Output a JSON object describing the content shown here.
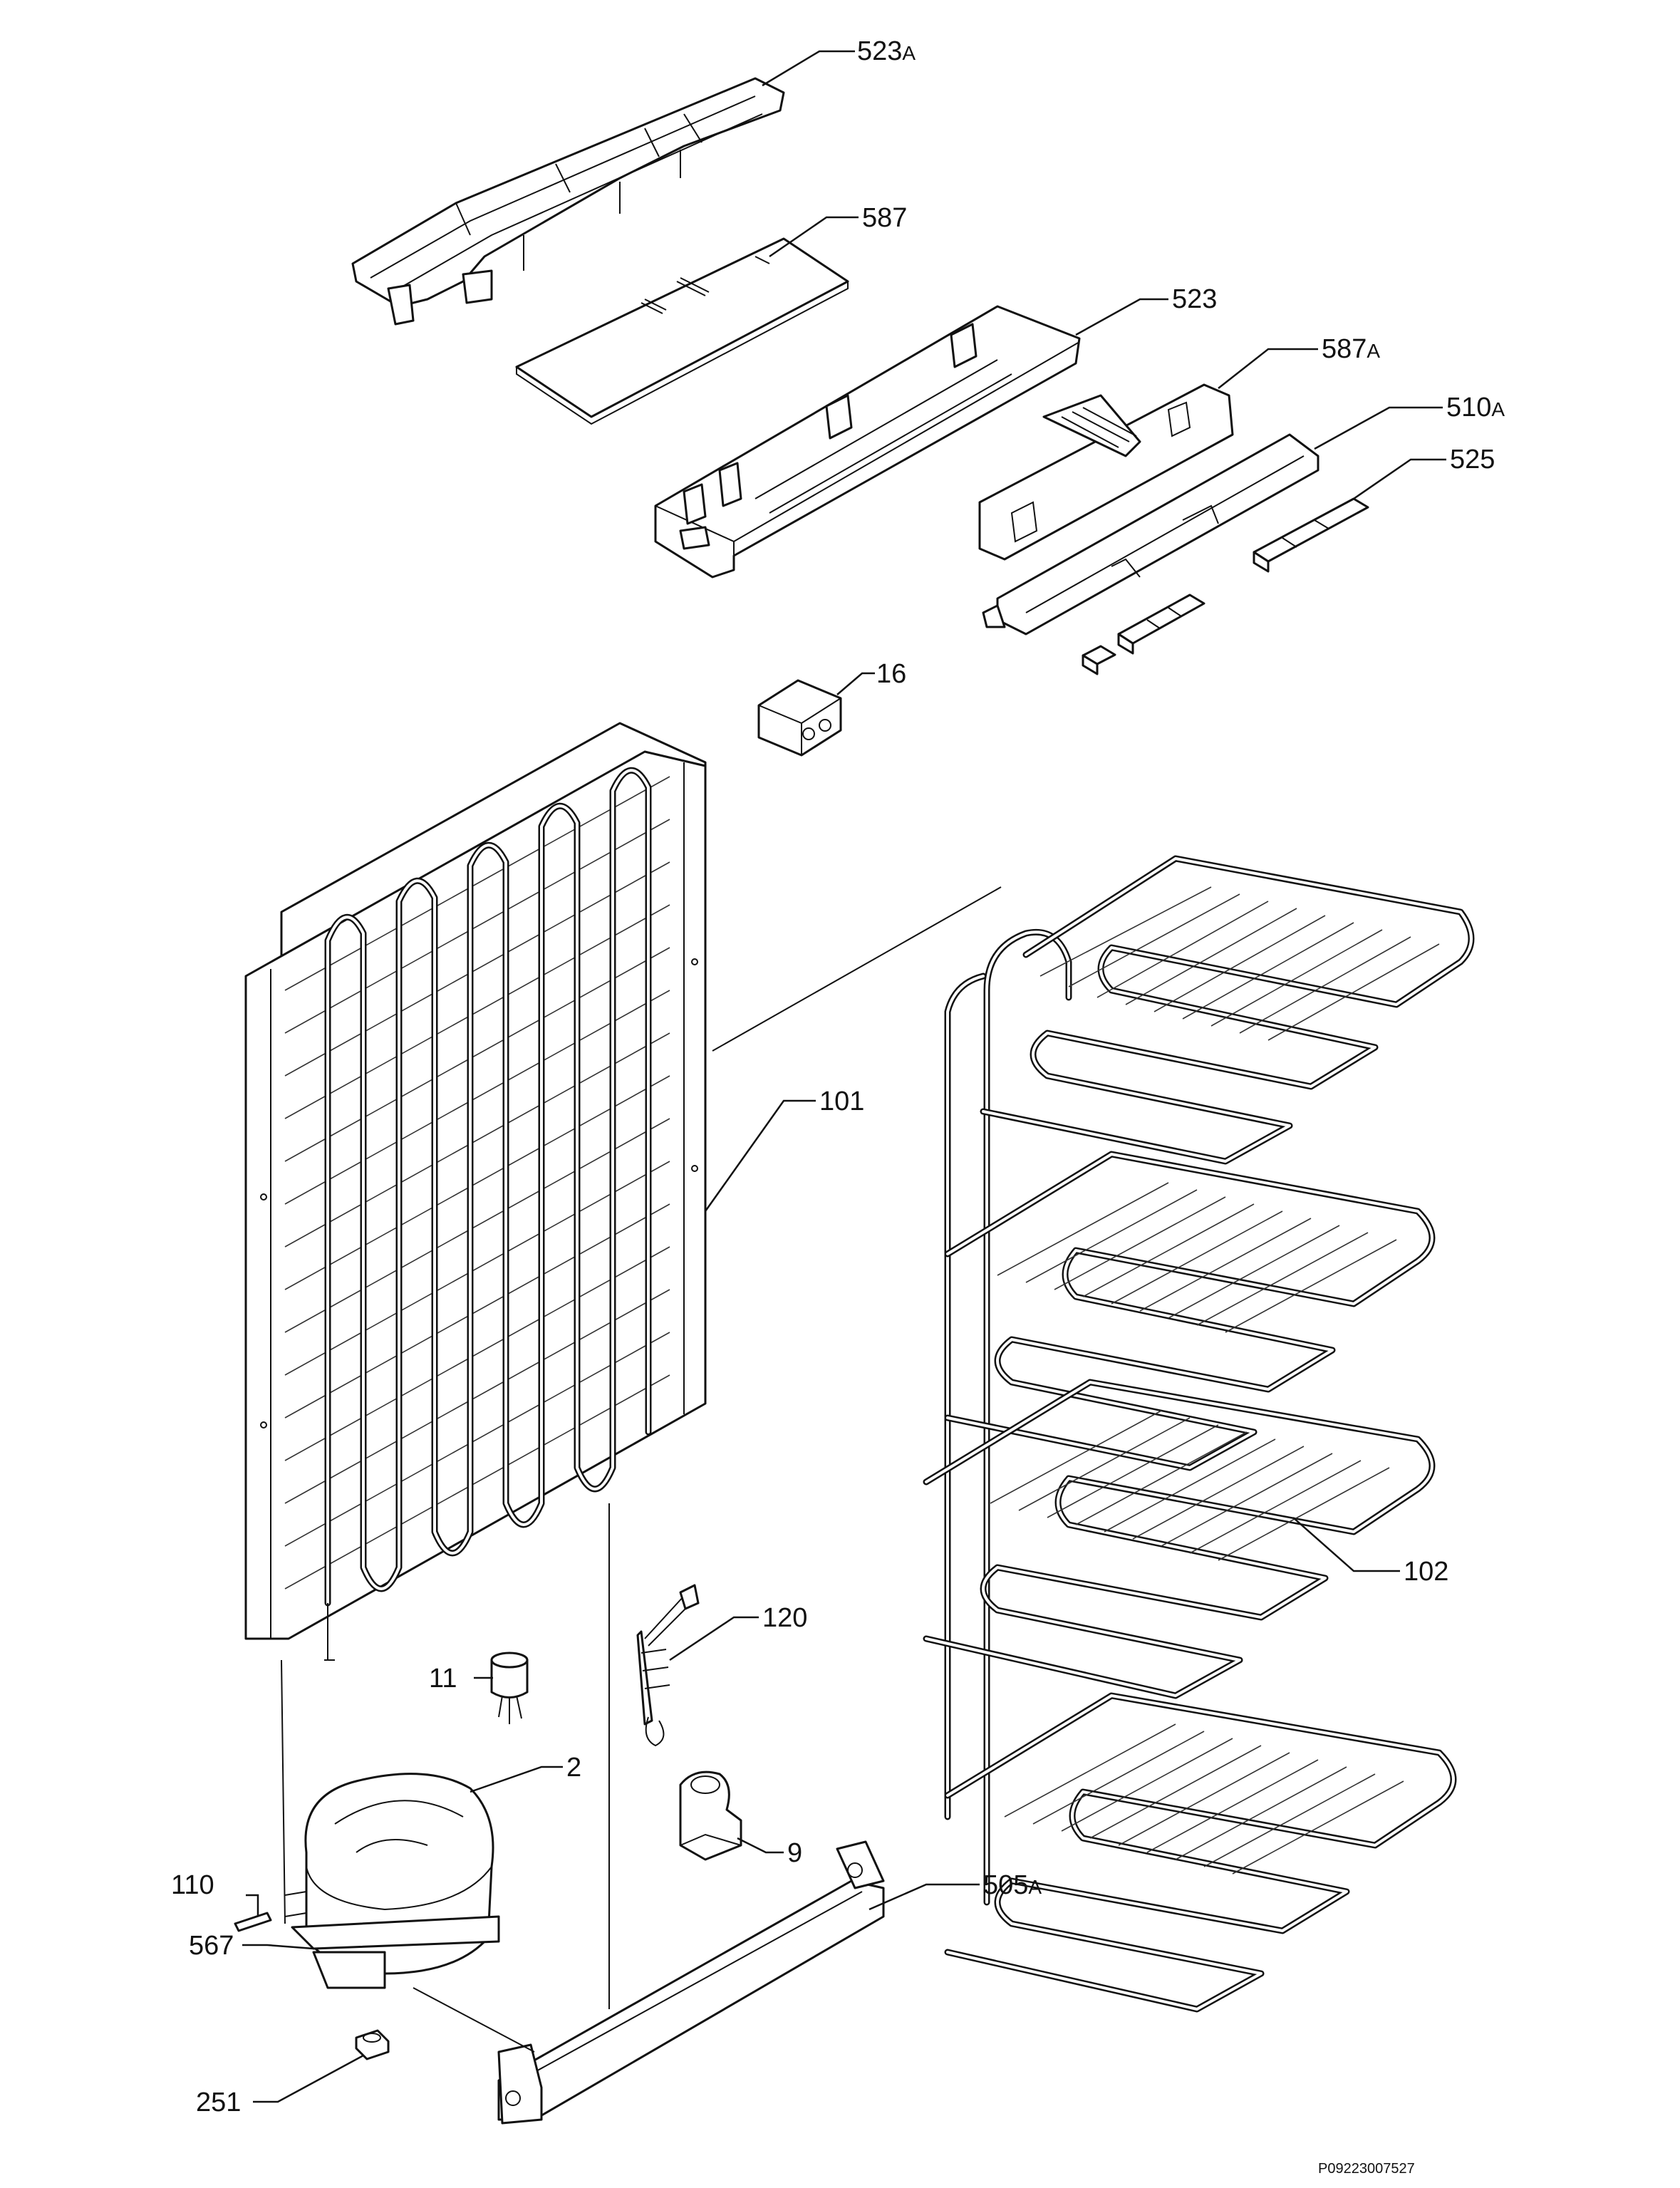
{
  "labels": {
    "l523a": {
      "num": "523",
      "suffix": "A"
    },
    "l587": {
      "num": "587"
    },
    "l523": {
      "num": "523"
    },
    "l587a": {
      "num": "587",
      "suffix": "A"
    },
    "l510a": {
      "num": "510",
      "suffix": "A"
    },
    "l525": {
      "num": "525"
    },
    "l16": {
      "num": "16"
    },
    "l101": {
      "num": "101"
    },
    "l102": {
      "num": "102"
    },
    "l120": {
      "num": "120"
    },
    "l11": {
      "num": "11"
    },
    "l2": {
      "num": "2"
    },
    "l9": {
      "num": "9"
    },
    "l110": {
      "num": "110"
    },
    "l505a": {
      "num": "505",
      "suffix": "A"
    },
    "l567": {
      "num": "567"
    },
    "l251": {
      "num": "251"
    }
  },
  "drawing_code": "P09223007527"
}
